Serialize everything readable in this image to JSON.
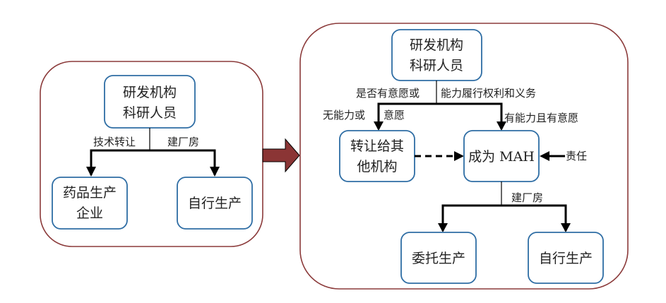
{
  "colors": {
    "panel_border": "#8b3a3a",
    "node_border": "#2e6da4",
    "transition_arrow": "#8b3535",
    "connector": "#000000"
  },
  "before": {
    "root": {
      "line1": "研发机构",
      "line2": "科研人员"
    },
    "edge_left_label": "技术转让",
    "edge_right_label": "建厂房",
    "left_child": {
      "line1": "药品生产",
      "line2": "企业"
    },
    "right_child": {
      "line1": "自行生产"
    }
  },
  "after": {
    "root": {
      "line1": "研发机构",
      "line2": "科研人员"
    },
    "question_left": "是否有意愿或",
    "question_right": "能力履行权利和义务",
    "branch_no_left": "无能力或",
    "branch_no_right": "意愿",
    "branch_yes": "有能力且有意愿",
    "transfer_node": {
      "line1": "转让给其",
      "line2": "他机构"
    },
    "mah_node": {
      "line1": "成为 MAH"
    },
    "responsibility_label": "责任",
    "build_factory_label": "建厂房",
    "entrust_node": {
      "line1": "委托生产"
    },
    "self_node": {
      "line1": "自行生产"
    }
  }
}
